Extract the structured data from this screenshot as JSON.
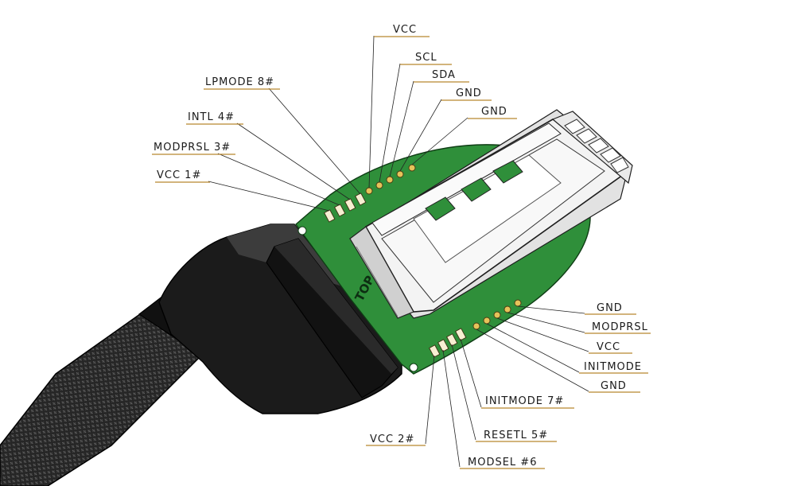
{
  "board": {
    "top_marking": "TOP"
  },
  "colors": {
    "pcb": "#2f8f3a",
    "gold": "#e6c35a",
    "boot": "#1b1b1b",
    "leader_underline": "#b8862e"
  },
  "labels_top": [
    {
      "id": "vcc-top",
      "text": "VCC"
    },
    {
      "id": "scl",
      "text": "SCL"
    },
    {
      "id": "sda",
      "text": "SDA"
    },
    {
      "id": "gnd-top-1",
      "text": "GND"
    },
    {
      "id": "gnd-top-2",
      "text": "GND"
    },
    {
      "id": "lpmode-8",
      "text": "LPMODE 8#"
    },
    {
      "id": "intl-4",
      "text": "INTL 4#"
    },
    {
      "id": "modprsl-3",
      "text": "MODPRSL 3#"
    },
    {
      "id": "vcc-1",
      "text": "VCC 1#"
    }
  ],
  "labels_bottom": [
    {
      "id": "gnd-bot-1",
      "text": "GND"
    },
    {
      "id": "modprsl-bot",
      "text": "MODPRSL"
    },
    {
      "id": "vcc-bot",
      "text": "VCC"
    },
    {
      "id": "initmode-bot",
      "text": "INITMODE"
    },
    {
      "id": "gnd-bot-2",
      "text": "GND"
    },
    {
      "id": "initmode-7",
      "text": "INITMODE 7#"
    },
    {
      "id": "vcc-2",
      "text": "VCC 2#"
    },
    {
      "id": "resetl-5",
      "text": "RESETL 5#"
    },
    {
      "id": "modsel-6",
      "text": "MODSEL #6"
    }
  ]
}
